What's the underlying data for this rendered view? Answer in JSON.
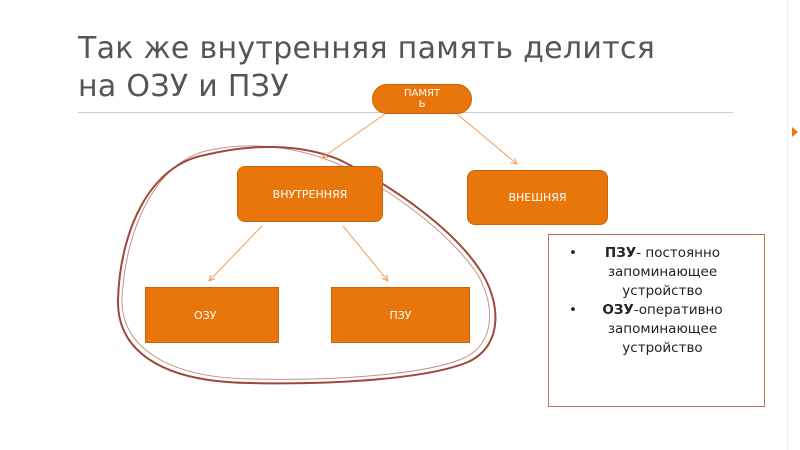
{
  "slide": {
    "title_line1": "Так же внутренняя память делится",
    "title_line2": "на ОЗУ и ПЗУ"
  },
  "diagram": {
    "root": "ПАМЯТЬ",
    "internal": "ВНУТРЕННЯЯ",
    "external": "ВНЕШНЯЯ",
    "ozu": "ОЗУ",
    "pzu": "ПЗУ"
  },
  "legend": {
    "items": [
      {
        "bullet": "•",
        "term": "ПЗУ",
        "definition": "- постоянно запоминающее устройство"
      },
      {
        "bullet": "•",
        "term": "ОЗУ",
        "definition": "-оперативно запоминающее устройство"
      }
    ]
  },
  "colors": {
    "node_fill": "#e8760a",
    "connector": "#f0a05a",
    "enclosure": "#a0473a",
    "title_text": "#555555"
  }
}
